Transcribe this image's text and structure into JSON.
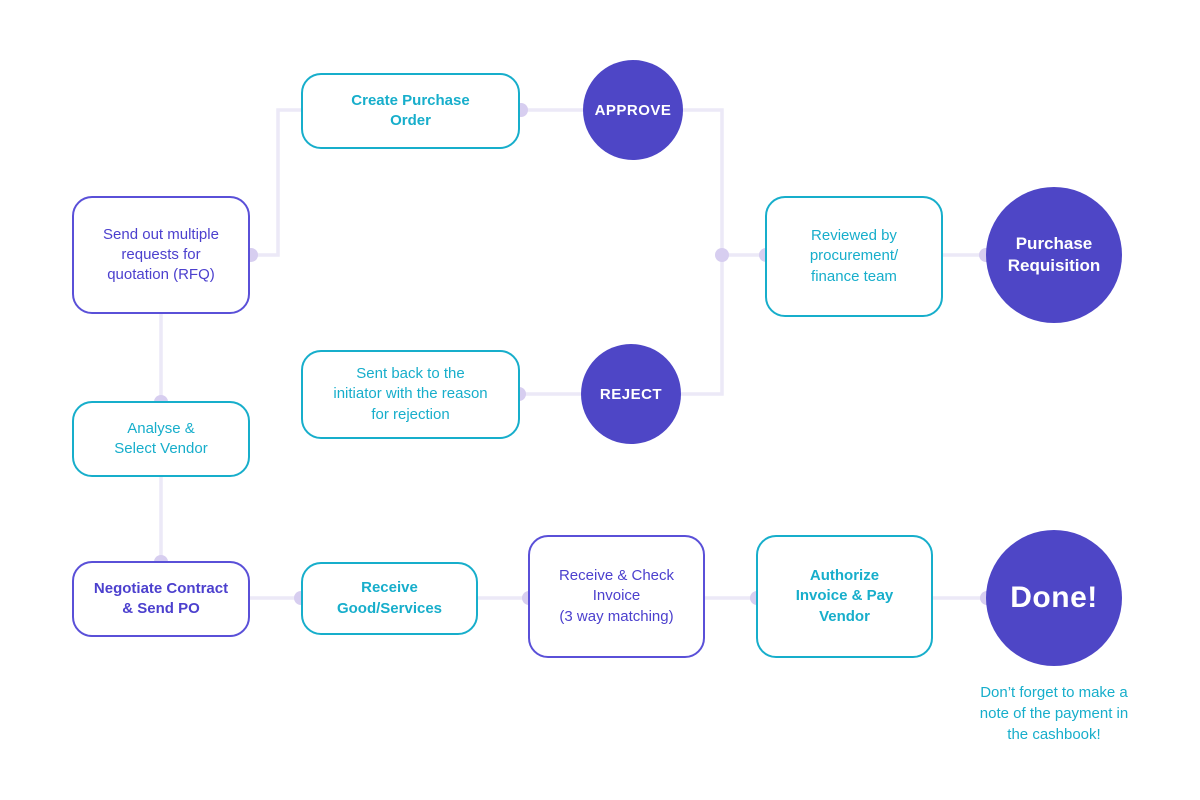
{
  "title": "Purchase requisition and procurement process flowchart",
  "colors": {
    "teal": "#17AECB",
    "purple_border": "#5A50D8",
    "purple_text": "#4C40CE",
    "circle_fill": "#4E46C6",
    "circle_text": "#FFFFFF",
    "connector": "#ECE9F7",
    "dot": "#D7CEF0",
    "background": "#FFFFFF"
  },
  "nodes": {
    "create_po": {
      "label": "Create Purchase\nOrder"
    },
    "rfq": {
      "label": "Send out multiple\nrequests for\nquotation (RFQ)"
    },
    "approve": {
      "label": "APPROVE"
    },
    "reviewed": {
      "label": "Reviewed by\nprocurement/\nfinance team"
    },
    "purchase_requisition": {
      "label": "Purchase\nRequisition"
    },
    "sent_back": {
      "label": "Sent back to the\ninitiator with the reason\nfor rejection"
    },
    "reject": {
      "label": "REJECT"
    },
    "analyse": {
      "label": "Analyse &\nSelect Vendor"
    },
    "negotiate": {
      "label": "Negotiate Contract\n& Send PO"
    },
    "receive_goods": {
      "label": "Receive\nGood/Services"
    },
    "receive_check": {
      "label": "Receive & Check\nInvoice\n(3 way matching)"
    },
    "authorize": {
      "label": "Authorize\nInvoice & Pay\nVendor"
    },
    "done": {
      "label": "Done!"
    }
  },
  "note": {
    "text": "Don’t forget to make a\nnote of the payment in\nthe cashbook!"
  }
}
